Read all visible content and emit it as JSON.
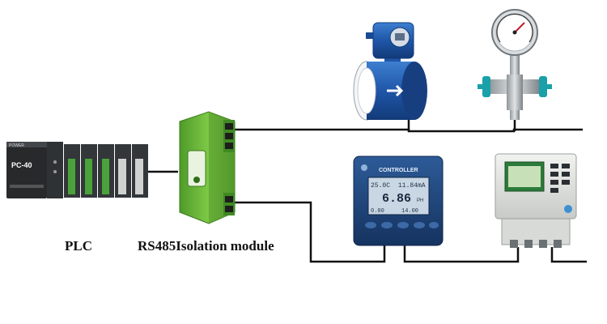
{
  "labels": {
    "plc": "PLC",
    "isolation_module": "RS485Isolation module"
  },
  "plc": {
    "model": "PC-40",
    "brand": "POWER"
  },
  "controller": {
    "header": "CONTROLLER",
    "temperature": "25.0C",
    "current": "11.84mA",
    "value": "6.86",
    "unit": "PH",
    "min": "0.00",
    "max": "14.00"
  },
  "colors": {
    "wire": "#111111",
    "module_green": "#6ab83a",
    "flowmeter_blue": "#1f56a8",
    "controller_body": "#1d3f73",
    "screen": "#c9d6e3"
  }
}
